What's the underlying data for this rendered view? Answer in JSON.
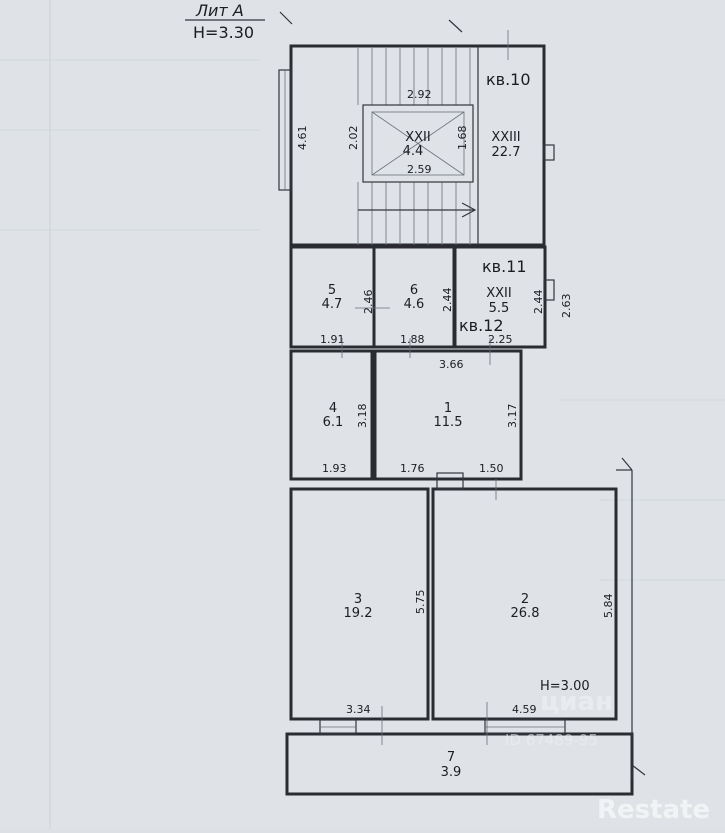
{
  "header": {
    "lit": "Лит А",
    "height": "H=3.30"
  },
  "apartments": {
    "kv10": "кв.10",
    "kv11": "кв.11",
    "kv12": "кв.12"
  },
  "rooms": {
    "stair_num": "XXII",
    "stair_area": "4.4",
    "r23_num": "XXIII",
    "r23_area": "22.7",
    "r5_num": "5",
    "r5_area": "4.7",
    "r6_num": "6",
    "r6_area": "4.6",
    "r22_num": "XXII",
    "r22_area": "5.5",
    "r4_num": "4",
    "r4_area": "6.1",
    "r1_num": "1",
    "r1_area": "11.5",
    "r3_num": "3",
    "r3_area": "19.2",
    "r2_num": "2",
    "r2_area": "26.8",
    "r7_num": "7",
    "r7_area": "3.9"
  },
  "dimensions": {
    "d461": "4.61",
    "d202": "2.02",
    "d292": "2.92",
    "d168": "1.68",
    "d259": "2.59",
    "d246": "2.46",
    "d244a": "2.44",
    "d244b": "2.44",
    "d263": "2.63",
    "d191": "1.91",
    "d188": "1.88",
    "d225": "2.25",
    "d366": "3.66",
    "d318": "3.18",
    "d317": "3.17",
    "d193": "1.93",
    "d176": "1.76",
    "d150": "1.50",
    "d575": "5.75",
    "d584": "5.84",
    "d334": "3.34",
    "d459": "4.59"
  },
  "ceiling": "H=3.00",
  "watermark": {
    "brand": "Restate",
    "cian": "циан",
    "id": "ID 67489-95"
  }
}
